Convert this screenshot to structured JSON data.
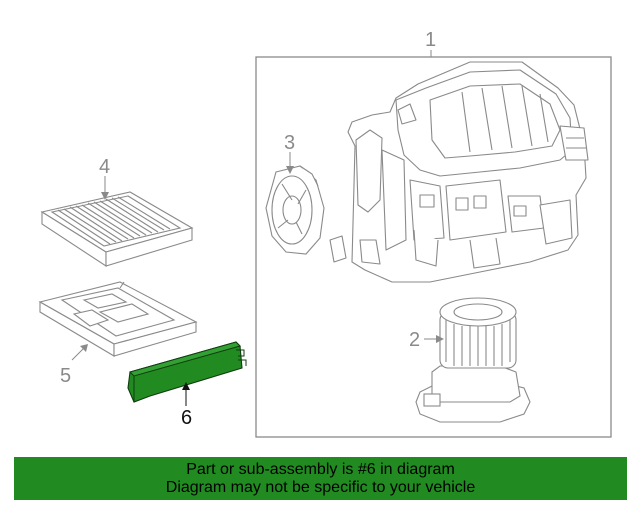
{
  "callouts": {
    "c1": "1",
    "c2": "2",
    "c3": "3",
    "c4": "4",
    "c5": "5",
    "c6": "6"
  },
  "banner": {
    "line1": "Part or sub-assembly is #6 in diagram",
    "line2": "Diagram may not be specific to your vehicle"
  },
  "colors": {
    "highlight": "#218b21",
    "banner": "#218b21",
    "line_art": "#8a8a8a",
    "active_label": "#111111"
  }
}
